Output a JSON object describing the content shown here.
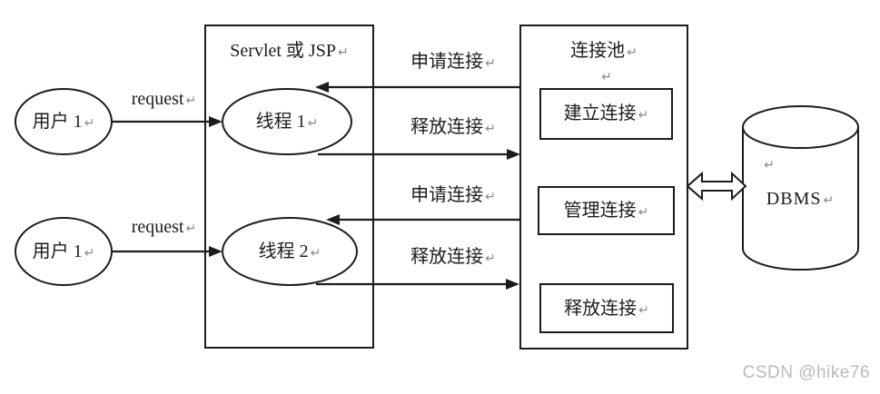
{
  "diagram": {
    "return_mark": "↵",
    "users": [
      {
        "label": "用户 1"
      },
      {
        "label": "用户 1"
      }
    ],
    "request_labels": [
      {
        "text": "request"
      },
      {
        "text": "request"
      }
    ],
    "servlet_box": {
      "title": "Servlet 或 JSP",
      "threads": [
        {
          "label": "线程 1"
        },
        {
          "label": "线程 2"
        }
      ]
    },
    "connector_labels": [
      {
        "text": "申请连接"
      },
      {
        "text": "释放连接"
      },
      {
        "text": "申请连接"
      },
      {
        "text": "释放连接"
      }
    ],
    "pool_box": {
      "title": "连接池",
      "items": [
        {
          "label": "建立连接"
        },
        {
          "label": "管理连接"
        },
        {
          "label": "释放连接"
        }
      ]
    },
    "dbms": {
      "label": "DBMS"
    },
    "watermark": {
      "text": "CSDN @hike76",
      "color": "#bdb8ba"
    },
    "colors": {
      "line": "#1c1c1c",
      "background": "#ffffff",
      "mark": "#8a8a8a"
    }
  }
}
